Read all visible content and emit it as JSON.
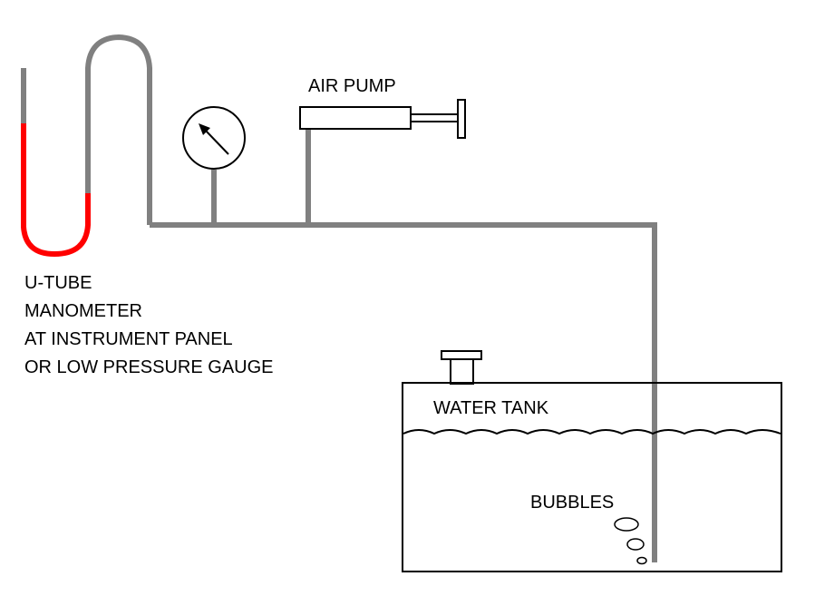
{
  "diagram": {
    "labels": {
      "manometer": [
        "U-TUBE",
        "MANOMETER",
        "AT INSTRUMENT PANEL",
        "OR LOW PRESSURE GAUGE"
      ],
      "air_pump": "AIR PUMP",
      "water_tank": "WATER TANK",
      "bubbles": "BUBBLES"
    },
    "colors": {
      "tubing": "#808080",
      "fluid": "#ff0000",
      "outline": "#000000",
      "background": "#ffffff"
    }
  }
}
